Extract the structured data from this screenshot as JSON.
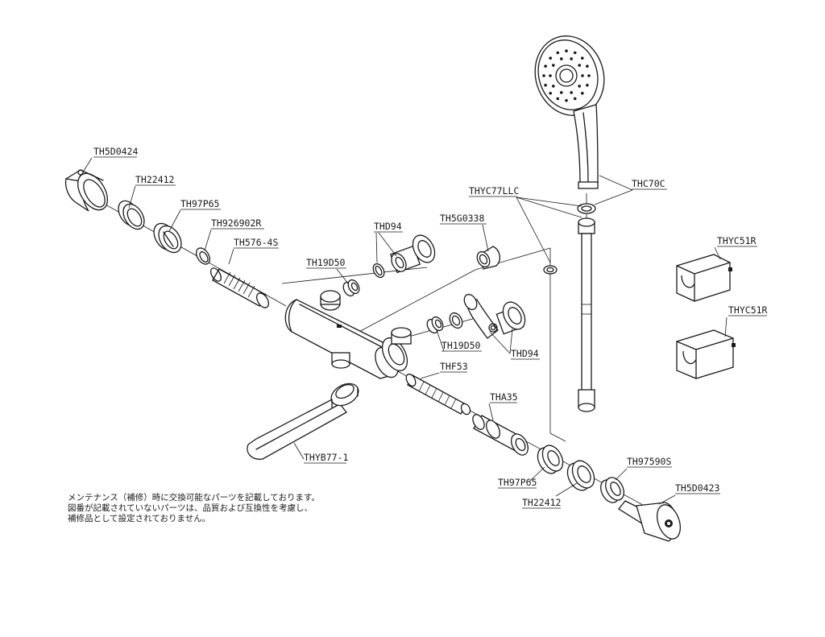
{
  "parts": [
    {
      "id": "p1",
      "code": "TH5D0424"
    },
    {
      "id": "p2",
      "code": "TH22412"
    },
    {
      "id": "p3",
      "code": "TH97P65"
    },
    {
      "id": "p4",
      "code": "TH926902R"
    },
    {
      "id": "p5",
      "code": "TH576-4S"
    },
    {
      "id": "p6",
      "code": "TH19D50"
    },
    {
      "id": "p7",
      "code": "THD94"
    },
    {
      "id": "p8",
      "code": "TH5G0338"
    },
    {
      "id": "p9",
      "code": "THYC77LLC"
    },
    {
      "id": "p10",
      "code": "THC70C"
    },
    {
      "id": "p11",
      "code": "THYC51R"
    },
    {
      "id": "p12",
      "code": "THYC51R"
    },
    {
      "id": "p13",
      "code": "TH19D50"
    },
    {
      "id": "p14",
      "code": "THD94"
    },
    {
      "id": "p15",
      "code": "THF53"
    },
    {
      "id": "p16",
      "code": "THA35"
    },
    {
      "id": "p17",
      "code": "THYB77-1"
    },
    {
      "id": "p18",
      "code": "TH97P65"
    },
    {
      "id": "p19",
      "code": "TH22412"
    },
    {
      "id": "p20",
      "code": "TH97590S"
    },
    {
      "id": "p21",
      "code": "TH5D0423"
    }
  ],
  "note": {
    "line1": "メンテナンス（補修）時に交換可能なパーツを記載しております。",
    "line2": "図番が記載されていないパーツは、品質および互換性を考慮し、",
    "line3": "補修品として設定されておりません。"
  }
}
